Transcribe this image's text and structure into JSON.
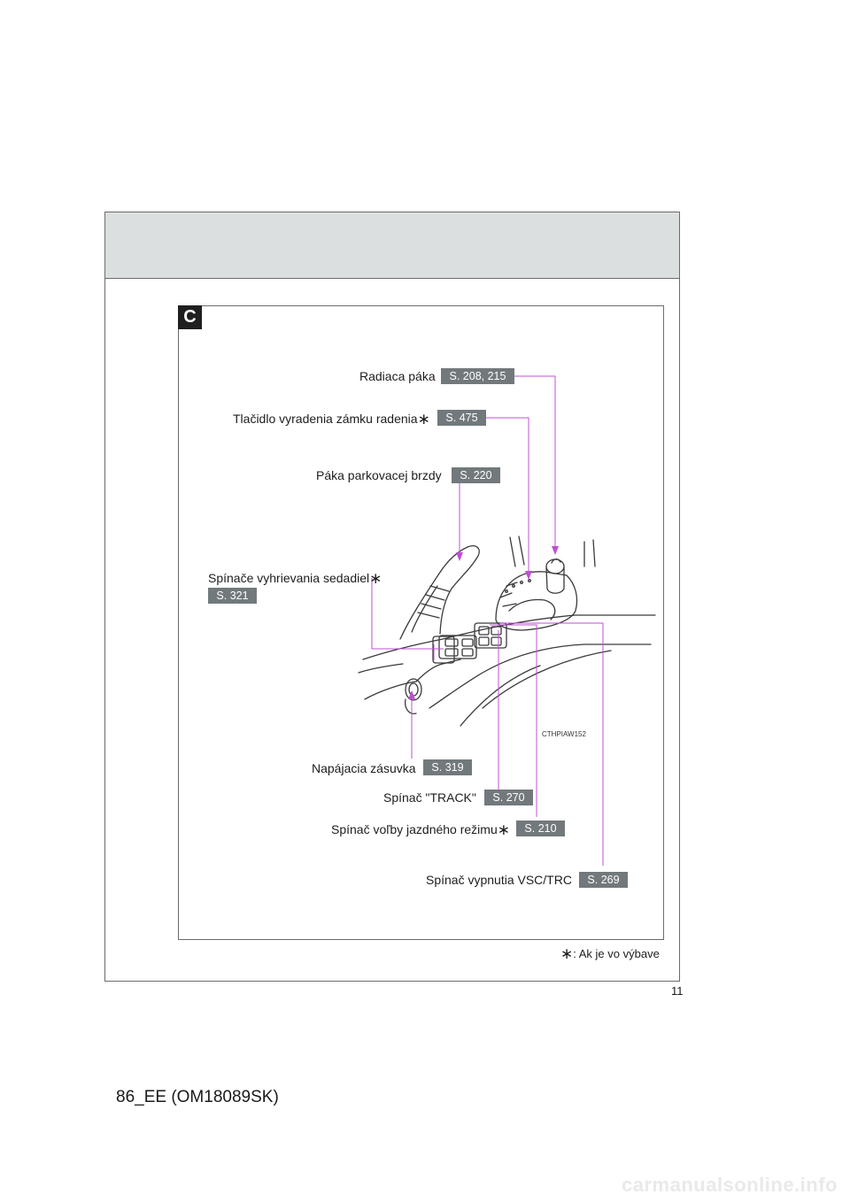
{
  "section": {
    "letter": "C"
  },
  "callouts": [
    {
      "id": "shift-lever",
      "label": "Radiaca páka",
      "ref": "S. 208, 215",
      "asterisk": false
    },
    {
      "id": "shift-lock-release",
      "label": "Tlačidlo vyradenia zámku radenia",
      "ref": "S. 475",
      "asterisk": true
    },
    {
      "id": "parking-brake",
      "label": "Páka parkovacej brzdy",
      "ref": "S. 220",
      "asterisk": false
    },
    {
      "id": "seat-heater",
      "label": "Spínače vyhrievania sedadiel",
      "ref": "S. 321",
      "asterisk": true
    },
    {
      "id": "power-outlet",
      "label": "Napájacia zásuvka",
      "ref": "S. 319",
      "asterisk": false
    },
    {
      "id": "track-switch",
      "label": "Spínač \"TRACK\"",
      "ref": "S. 270",
      "asterisk": false
    },
    {
      "id": "drive-mode",
      "label": "Spínač voľby jazdného režimu",
      "ref": "S. 210",
      "asterisk": true
    },
    {
      "id": "vsc-off",
      "label": "Spínač vypnutia VSC/TRC",
      "ref": "S. 269",
      "asterisk": false
    }
  ],
  "illustration": {
    "code": "CTHPIAW152"
  },
  "footnote": {
    "symbol": "∗",
    "text": ": Ak je vo výbave"
  },
  "page_number": "11",
  "document_id": "86_EE (OM18089SK)",
  "watermark": "carmanualsonline.info",
  "colors": {
    "leader": "#c04fd6",
    "badge": "#72797c",
    "header_band": "#dcdfdf"
  }
}
